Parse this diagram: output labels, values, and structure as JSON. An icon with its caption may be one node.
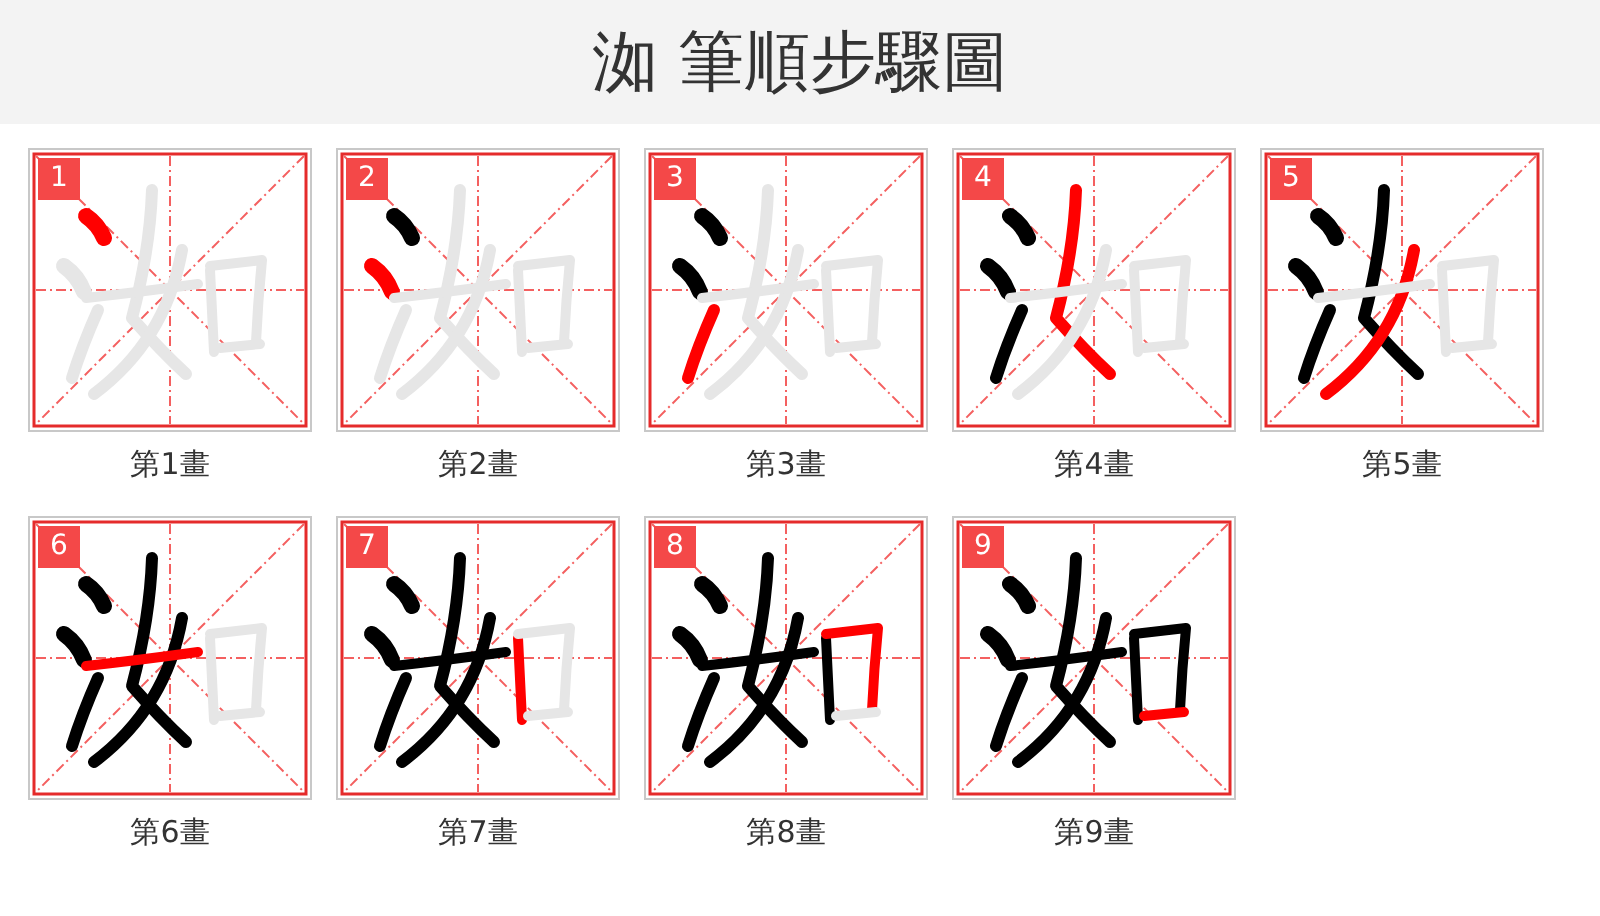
{
  "diagram": {
    "title": "洳 筆順步驟圖",
    "nodes": [
      {
        "text": [
          "1"
        ],
        "beside": [
          "第1畫"
        ]
      },
      {
        "text": [
          "2"
        ],
        "beside": [
          "第2畫"
        ]
      },
      {
        "text": [
          "3"
        ],
        "beside": [
          "第3畫"
        ]
      },
      {
        "text": [
          "4"
        ],
        "beside": [
          "第4畫"
        ]
      },
      {
        "text": [
          "5"
        ],
        "beside": [
          "第5畫"
        ]
      },
      {
        "text": [
          "6"
        ],
        "beside": [
          "第6畫"
        ]
      },
      {
        "text": [
          "7"
        ],
        "beside": [
          "第7畫"
        ]
      },
      {
        "text": [
          "8"
        ],
        "beside": [
          "第8畫"
        ]
      },
      {
        "text": [
          "9"
        ],
        "beside": [
          "第9畫"
        ]
      }
    ]
  }
}
